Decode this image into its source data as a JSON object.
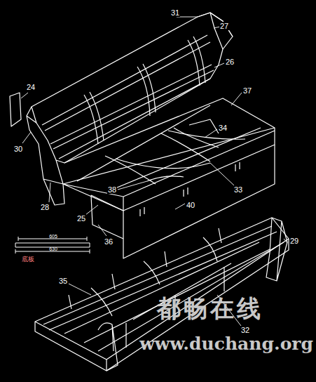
{
  "diagram": {
    "labels": [
      "31",
      "27",
      "24",
      "26",
      "37",
      "30",
      "34",
      "28",
      "38",
      "33",
      "25",
      "40",
      "36",
      "605",
      "630",
      "底板",
      "29",
      "35",
      "32",
      "都畅在线",
      "www.duchang.org"
    ]
  }
}
